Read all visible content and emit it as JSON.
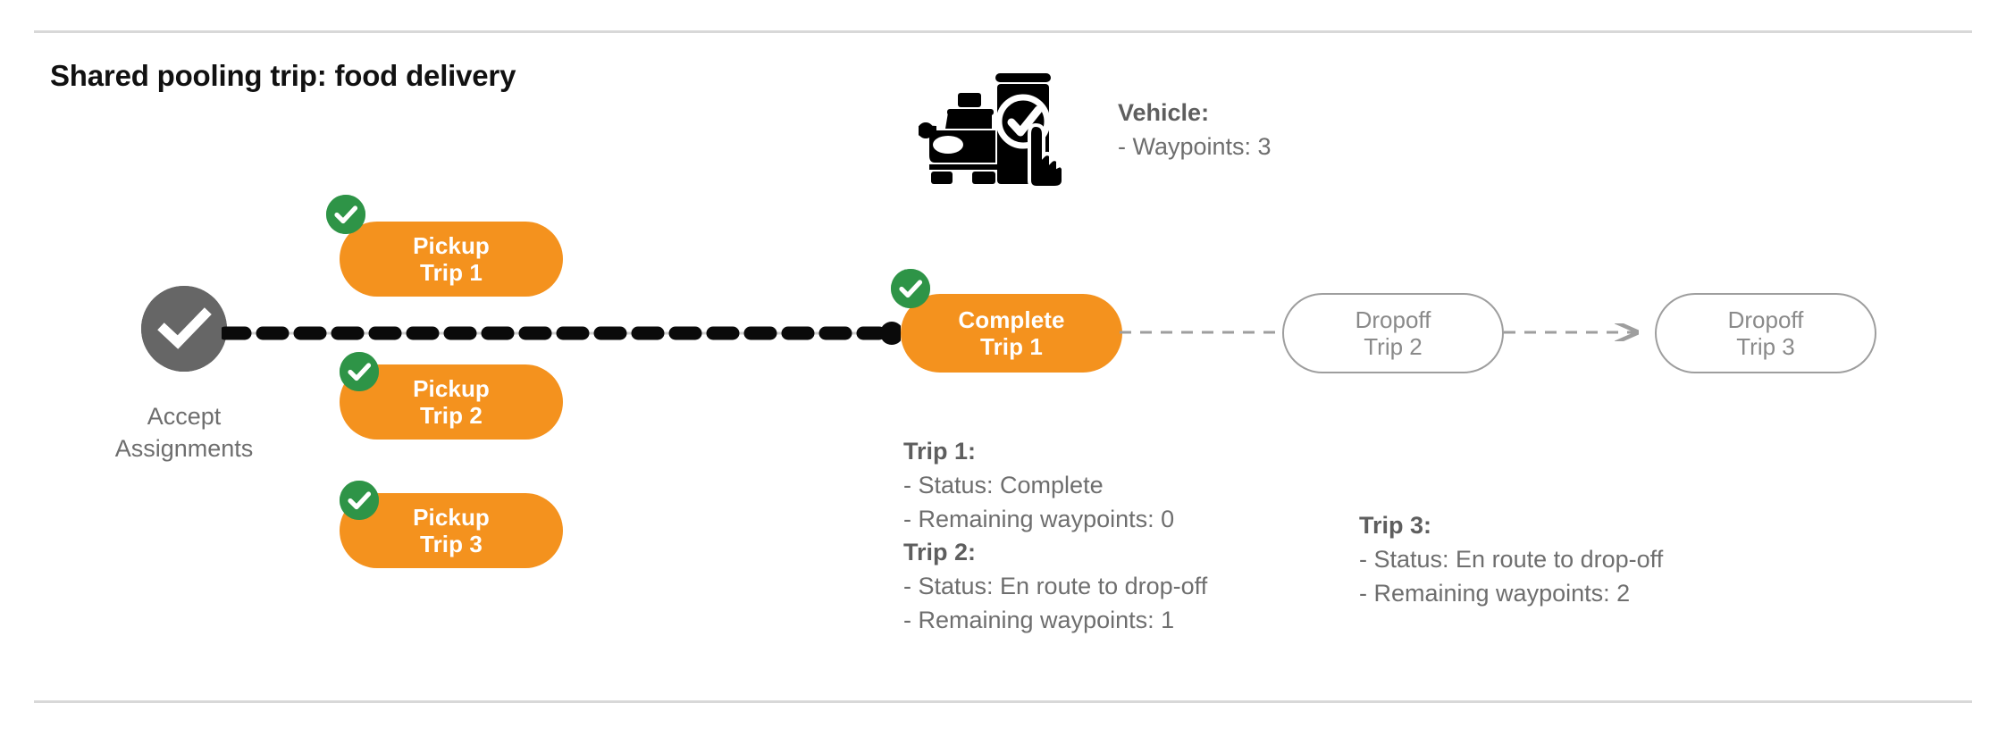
{
  "page": {
    "title": "Shared pooling trip: food delivery",
    "accent_orange": "#F4921E",
    "check_green": "#2E9447",
    "accept_gray": "#666666",
    "ghost_gray": "#9E9E9E",
    "text_gray": "#6E6E6E",
    "rule_gray": "#D8D8D8"
  },
  "accept": {
    "icon": "check-circle-icon",
    "label_line1": "Accept",
    "label_line2": "Assignments"
  },
  "pickups": [
    {
      "line1": "Pickup",
      "line2": "Trip 1",
      "badge": "check-badge-icon",
      "done": true
    },
    {
      "line1": "Pickup",
      "line2": "Trip 2",
      "badge": "check-badge-icon",
      "done": true
    },
    {
      "line1": "Pickup",
      "line2": "Trip 3",
      "badge": "check-badge-icon",
      "done": true
    }
  ],
  "complete": {
    "line1": "Complete",
    "line2": "Trip 1",
    "badge": "check-badge-icon",
    "done": true
  },
  "dropoffs": [
    {
      "line1": "Dropoff",
      "line2": "Trip 2",
      "done": false
    },
    {
      "line1": "Dropoff",
      "line2": "Trip 3",
      "done": false
    }
  ],
  "vehicle_note": {
    "icon": "car-phone-checkmark-icon",
    "heading": "Vehicle:",
    "lines": [
      "- Waypoints: 3"
    ]
  },
  "trip_notes_left": {
    "heading1": "Trip 1:",
    "lines1": [
      "- Status:  Complete",
      "- Remaining waypoints: 0"
    ],
    "heading2": "Trip 2:",
    "lines2": [
      "- Status:  En route to drop-off",
      "- Remaining waypoints: 1"
    ]
  },
  "trip_notes_right": {
    "heading": "Trip 3:",
    "lines": [
      "- Status:  En route to drop-off",
      "- Remaining waypoints: 2"
    ]
  }
}
